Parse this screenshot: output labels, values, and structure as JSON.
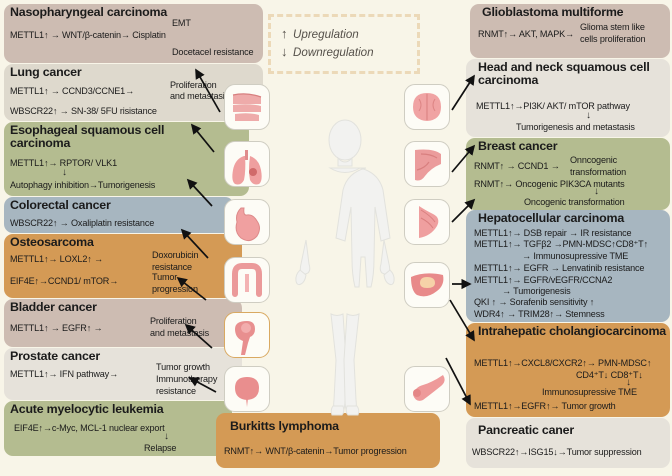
{
  "legend": {
    "up_symbol": "↑",
    "up_label": "Upregulation",
    "down_symbol": "↓",
    "down_label": "Downregulation"
  },
  "colors": {
    "mauve": "#cdbcb2",
    "beige": "#ded9cd",
    "green": "#b4bc90",
    "blue": "#a7b6c0",
    "orange": "#d49a55",
    "light_grey": "#e6e2da",
    "background": "#f8f5e8"
  },
  "left_panels": [
    {
      "title": "Nasopharyngeal carcinoma",
      "rows": [
        "METTL1↑ → WNT/β-catenin→  Cisplatin",
        "EMT",
        "Docetacel resistance"
      ]
    },
    {
      "title": "Lung cancer",
      "rows": [
        "METTL1↑ → CCND3/CCNE1→",
        "Proliferation",
        "and metastasis",
        "WBSCR22↑ → SN-38/ 5FU risistance"
      ]
    },
    {
      "title": "Esophageal squamous cell carcinoma",
      "rows": [
        "METTL1↑→ RPTOR/ VLK1",
        "Autophagy inhibition→Tumorigenesis"
      ]
    },
    {
      "title": "Colorectal cancer",
      "rows": [
        "WBSCR22↑ →  Oxaliplatin resistance"
      ]
    },
    {
      "title": "Osteosarcoma",
      "rows": [
        "METTL1↑→ LOXL2↑ →",
        "Doxorubicin",
        "resistance",
        "EIF4E↑→CCND1/ mTOR→",
        "Tumor",
        "progression"
      ]
    },
    {
      "title": "Bladder cancer",
      "rows": [
        "METTL1↑ → EGFR↑ →",
        "Proliferation",
        "and metastasis"
      ]
    },
    {
      "title": "Prostate cancer",
      "rows": [
        "METTL1↑→ IFN pathway→",
        "Tumor growth",
        "Immunotherapy",
        "resistance"
      ]
    },
    {
      "title": "Acute myelocytic leukemia",
      "rows": [
        "EIF4E↑→c-Myc, MCL-1 nuclear export",
        "Relapse"
      ]
    }
  ],
  "bottom_panel": {
    "title": "Burkitts lymphoma",
    "rows": [
      "RNMT↑→ WNT/β-catenin→Tumor progression"
    ]
  },
  "right_panels": [
    {
      "title": "Glioblastoma multiforme",
      "rows": [
        "RNMT↑→ AKT, MAPK→",
        "Glioma stem like",
        "cells proliferation"
      ]
    },
    {
      "title": "Head and neck squamous cell carcinoma",
      "rows": [
        "METTL1↑→PI3K/ AKT/ mTOR pathway",
        "Tumorigenesis and metastasis"
      ]
    },
    {
      "title": "Breast cancer",
      "rows": [
        "RNMT↑ → CCND1 →",
        "Onncogenic",
        "transformation",
        "RNMT↑→ Oncogenic PIK3CA mutants",
        "Oncogenic transformation"
      ]
    },
    {
      "title": "Hepatocellular carcinoma",
      "rows": [
        "METTL1↑→ DSB repair →  IR resistance",
        "METTL1↑→ TGFβ2 →PMN-MDSC↑CD8⁺T↑",
        "→ Immunosupressive TME",
        "METTL1↑→ EGFR  → Lenvatinib resistance",
        "METTL1↑→ EGFR/vEGFR/CCNA2",
        "→ Tumorigenesis",
        "QKI ↑    →  Sorafenib sensitivity ↑",
        "WDR4↑ → TRIM28↑→ Stemness"
      ]
    },
    {
      "title": "Intrahepatic cholangiocarcinoma",
      "rows": [
        "METTL1↑→CXCL8/CXCR2↑→ PMN-MDSC↑",
        "CD4⁺T↓ CD8⁺T↓",
        "Immunosupressive TME",
        "METTL1↑→EGFR↑→ Tumor growth"
      ]
    },
    {
      "title": "Pancreatic caner",
      "rows": [
        "WBSCR22↑→ISG15↓→Tumor suppression"
      ]
    }
  ],
  "organs": [
    {
      "name": "nasopharynx"
    },
    {
      "name": "lung"
    },
    {
      "name": "stomach"
    },
    {
      "name": "colon"
    },
    {
      "name": "bone"
    },
    {
      "name": "bladder"
    },
    {
      "name": "brain"
    },
    {
      "name": "throat"
    },
    {
      "name": "breast"
    },
    {
      "name": "liver"
    },
    {
      "name": "pancreas"
    }
  ]
}
